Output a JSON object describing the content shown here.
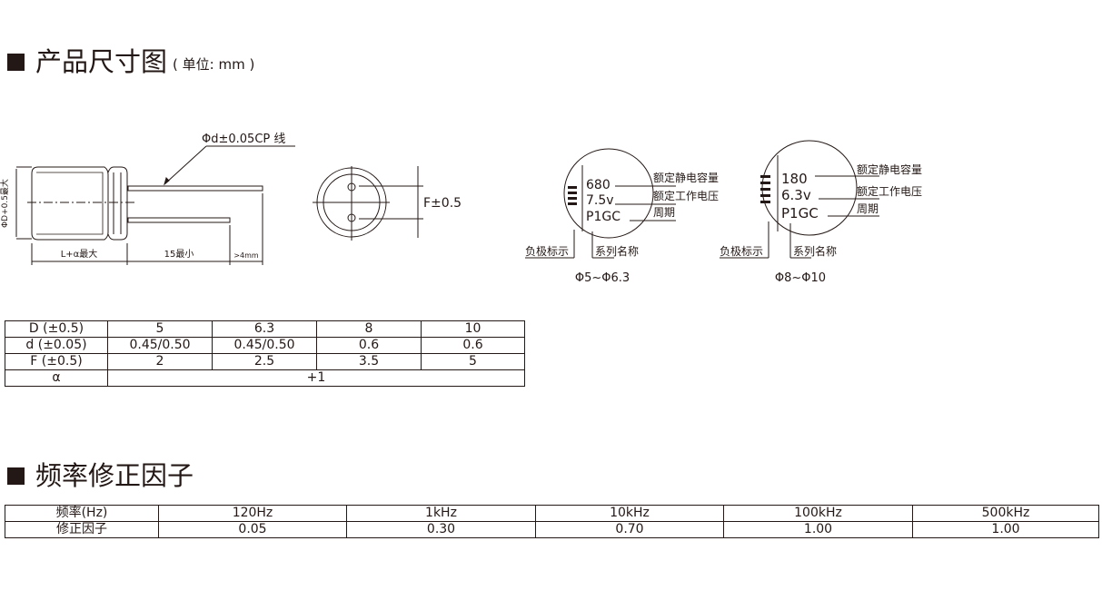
{
  "section1": {
    "title": "产品尺寸图",
    "unit": "( 单位: mm )"
  },
  "diagram": {
    "lead_label": "Φd±0.05CP 线",
    "diameter_label": "ΦD+0.5最大",
    "length_label": "L+α最大",
    "lead_length_label": "15最小",
    "lead_diff_label": ">4mm",
    "pitch_label": "F±0.5"
  },
  "markings": [
    {
      "capacitance": "680",
      "voltage": "7.5v",
      "code": "P1GC",
      "size": "Φ5~Φ6.3"
    },
    {
      "capacitance": "180",
      "voltage": "6.3v",
      "code": "P1GC",
      "size": "Φ8~Φ10"
    }
  ],
  "marking_labels": {
    "capacitance": "额定静电容量",
    "voltage": "额定工作电压",
    "period": "周期",
    "polarity": "负极标示",
    "series": "系列名称"
  },
  "dimension_table": {
    "rows": [
      [
        "D (±0.5)",
        "5",
        "6.3",
        "8",
        "10"
      ],
      [
        "d (±0.05)",
        "0.45/0.50",
        "0.45/0.50",
        "0.6",
        "0.6"
      ],
      [
        "F (±0.5)",
        "2",
        "2.5",
        "3.5",
        "5"
      ]
    ],
    "alpha": {
      "label": "α",
      "value": "+1"
    }
  },
  "section2": {
    "title": "频率修正因子"
  },
  "frequency_table": {
    "header": [
      "频率(Hz)",
      "120Hz",
      "1kHz",
      "10kHz",
      "100kHz",
      "500kHz"
    ],
    "row": [
      "修正因子",
      "0.05",
      "0.30",
      "0.70",
      "1.00",
      "1.00"
    ]
  }
}
